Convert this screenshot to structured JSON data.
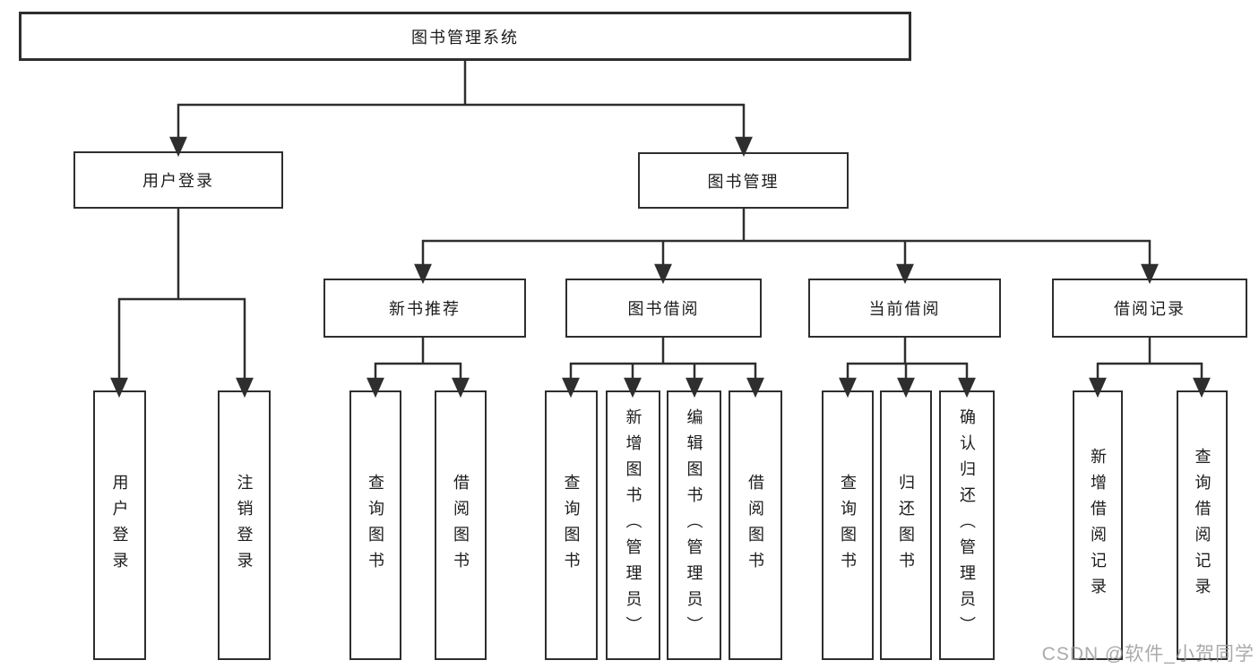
{
  "diagram_title": "图书管理系统",
  "tree": {
    "root": {
      "label": "图书管理系统",
      "children": [
        {
          "label": "用户登录",
          "children": [
            {
              "label": "用户登录"
            },
            {
              "label": "注销登录"
            }
          ]
        },
        {
          "label": "图书管理",
          "children": [
            {
              "label": "新书推荐",
              "children": [
                {
                  "label": "查询图书"
                },
                {
                  "label": "借阅图书"
                }
              ]
            },
            {
              "label": "图书借阅",
              "children": [
                {
                  "label": "查询图书"
                },
                {
                  "label": "新增图书（管理员）"
                },
                {
                  "label": "编辑图书（管理员）"
                },
                {
                  "label": "借阅图书"
                }
              ]
            },
            {
              "label": "当前借阅",
              "children": [
                {
                  "label": "查询图书"
                },
                {
                  "label": "归还图书"
                },
                {
                  "label": "确认归还（管理员）"
                }
              ]
            },
            {
              "label": "借阅记录",
              "children": [
                {
                  "label": "新增借阅记录"
                },
                {
                  "label": "查询借阅记录"
                }
              ]
            }
          ]
        }
      ]
    }
  },
  "watermark": {
    "text": "CSDN @软件_小贺同学",
    "color": "#9c9c9c"
  },
  "colors": {
    "background": "#ffffff",
    "line": "#2e2e2e",
    "box_border": "#2e2e2e",
    "text": "#1c1c1c"
  }
}
